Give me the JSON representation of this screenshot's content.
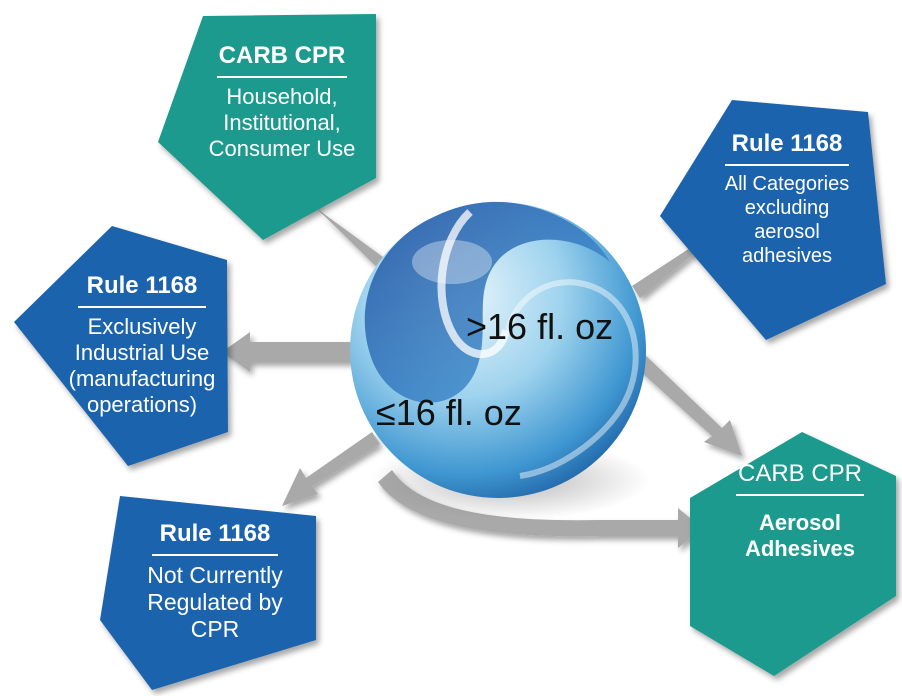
{
  "center": {
    "upper_text": ">16 fl. oz",
    "lower_text": "≤16 fl. oz"
  },
  "nodes": {
    "carb_household": {
      "title": "CARB CPR",
      "body": "Household, Institutional, Consumer Use"
    },
    "rule1168_all": {
      "title": "Rule 1168",
      "body": "All Categories excluding aerosol adhesives"
    },
    "rule1168_industrial": {
      "title": "Rule 1168",
      "body": "Exclusively Industrial Use (manufacturing operations)"
    },
    "rule1168_not_regulated": {
      "title": "Rule 1168",
      "body": "Not Currently Regulated by CPR"
    },
    "carb_aerosol": {
      "title": "CARB CPR",
      "body": "Aerosol Adhesives"
    }
  },
  "colors": {
    "teal": "#1f9a8d",
    "blue": "#1e63ad",
    "arrow": "#a9a9a9",
    "sphere": "#2f86c9"
  }
}
